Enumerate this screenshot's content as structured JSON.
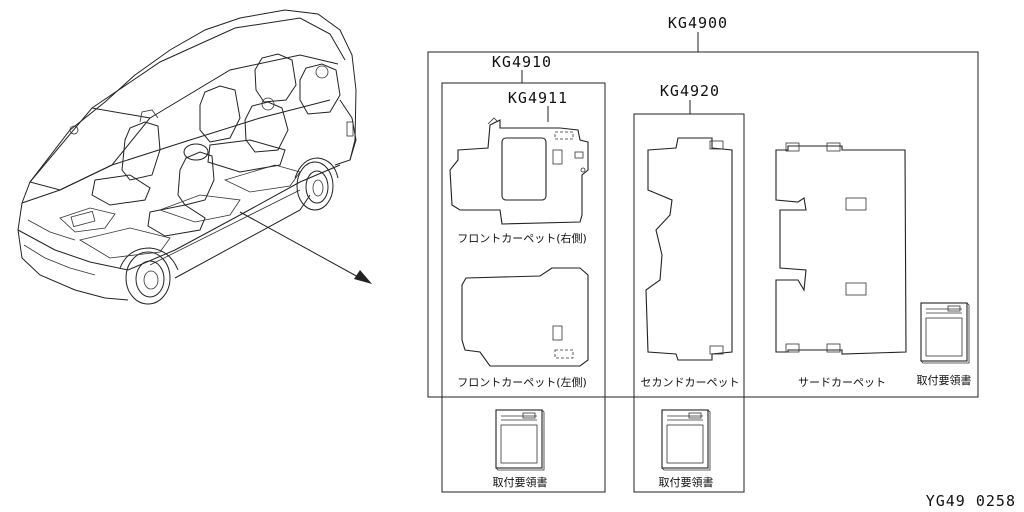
{
  "labels": {
    "kg4900": "KG4900",
    "kg4910": "KG4910",
    "kg4911": "KG4911",
    "kg4920": "KG4920",
    "front_carpet_right": "フロントカーペット(右側)",
    "front_carpet_left": "フロントカーペット(左側)",
    "second_carpet": "セカンドカーペット",
    "third_carpet": "サードカーペット",
    "manual_main": "取付要領書",
    "manual_kg4910": "取付要領書",
    "manual_kg4920": "取付要領書",
    "figure_id": "YG49 0258"
  }
}
